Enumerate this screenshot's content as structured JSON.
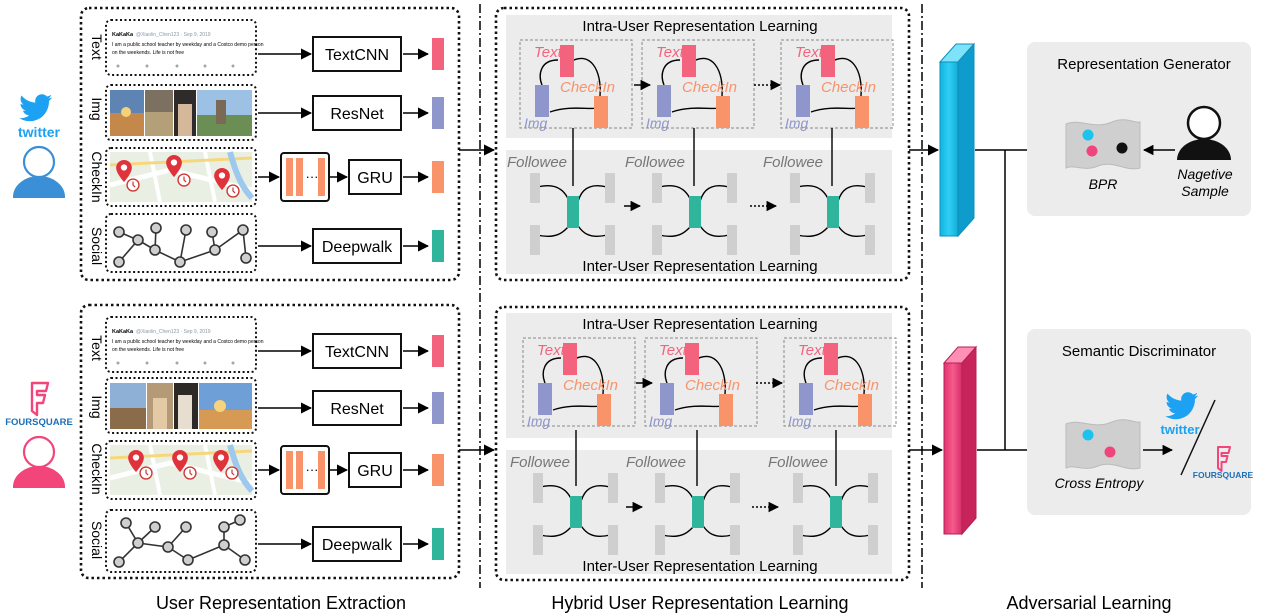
{
  "sections": {
    "extraction": "User Representation Extraction",
    "hybrid": "Hybrid User Representation Learning",
    "adversarial": "Adversarial Learning"
  },
  "platforms": {
    "twitter": "twitter",
    "foursquare": "FOURSQUARE"
  },
  "rows": {
    "text": "Text",
    "img": "Img",
    "checkin": "CheckIn",
    "social": "Social"
  },
  "encoders": {
    "textcnn": "TextCNN",
    "resnet": "ResNet",
    "gru": "GRU",
    "deepwalk": "Deepwalk",
    "ellipsis": "···"
  },
  "tweet": {
    "name": "KaKaKa",
    "handle": "@Xiaolin_Chen123 · Sep 9, 2019",
    "body1": "I am a public school teacher by weekday and a Costco demo person",
    "body2": "on the weekends. Life is not free"
  },
  "hybrid": {
    "intra_title": "Intra-User Representation Learning",
    "inter_title": "Inter-User Representation Learning",
    "text_label": "Text",
    "checkin_label": "CheckIn",
    "img_label": "Img",
    "followee_label": "Followee",
    "dots": "·····"
  },
  "generator": {
    "title": "Representation Generator",
    "bpr": "BPR",
    "neg1": "Nagetive",
    "neg2": "Sample"
  },
  "discriminator": {
    "title": "Semantic Discriminator",
    "loss": "Cross Entropy",
    "twitter": "twitter",
    "foursquare": "FOURSQUARE"
  },
  "colors": {
    "text_bar": "#f4637d",
    "img_bar": "#8e96cc",
    "checkin_bar": "#f9936a",
    "social_bar": "#2fb59b",
    "user_twitter": "#3a8fd6",
    "user_foursquare": "#f2457a",
    "twitter_bird": "#1da1f2",
    "cyan_block": "#1cc3ee",
    "pink_block": "#f0457c",
    "panel_gray": "#ececec",
    "node_gray": "#cfcfcf"
  }
}
